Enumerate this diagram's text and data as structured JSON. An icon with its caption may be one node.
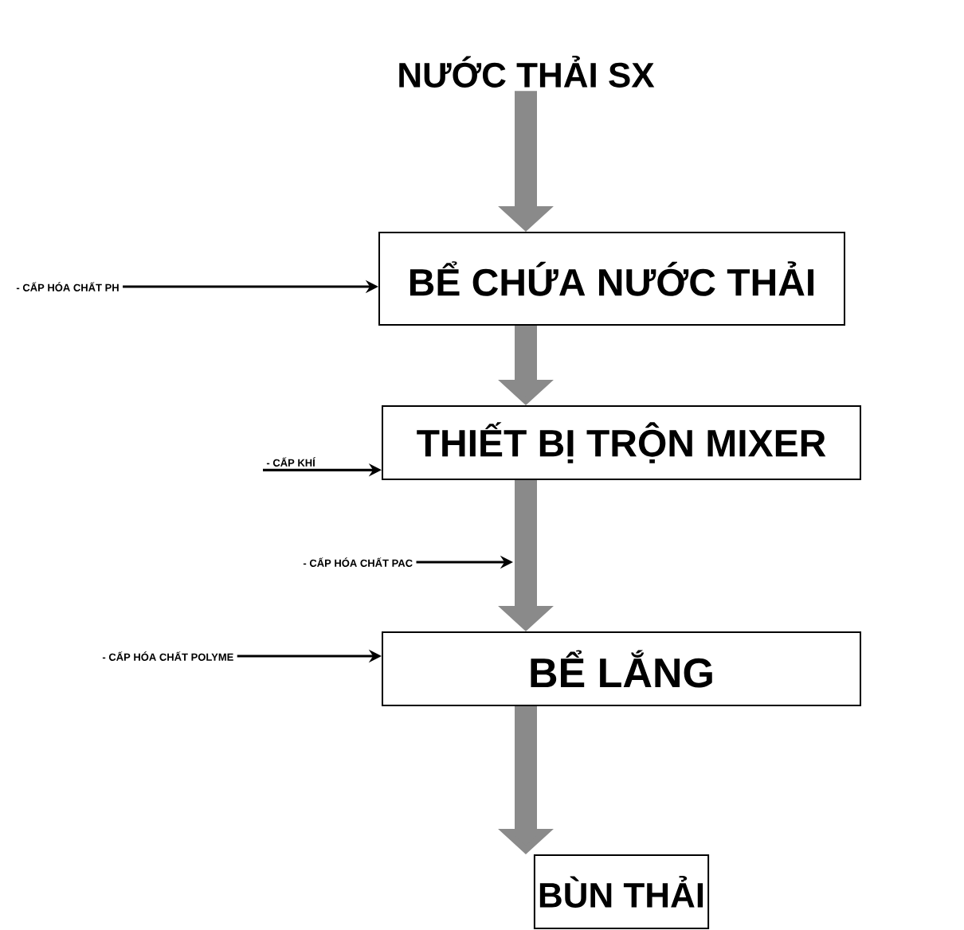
{
  "diagram": {
    "nodes": [
      {
        "text": [
          "NƯỚC THẢI SX"
        ]
      },
      {
        "text": [
          "BỂ CHỨA NƯỚC THẢI"
        ]
      },
      {
        "text": [
          "THIẾT BỊ TRỘN MIXER"
        ]
      },
      {
        "text": [
          "BỂ LẮNG"
        ]
      },
      {
        "text": [
          "BÙN THẢI"
        ]
      },
      {
        "text": [
          "- CẤP HÓA CHẤT PH"
        ]
      },
      {
        "text": [
          "- CẤP KHÍ"
        ]
      },
      {
        "text": [
          "- CẤP HÓA CHẤT PAC"
        ]
      },
      {
        "text": [
          "- CẤP HÓA CHẤT POLYME"
        ]
      }
    ],
    "edges": [
      {
        "from": 0,
        "to": 1,
        "arrow": "to",
        "style": "thick",
        "color": "#8a8a8a"
      },
      {
        "from": 1,
        "to": 2,
        "arrow": "to",
        "style": "thick",
        "color": "#8a8a8a"
      },
      {
        "from": 2,
        "to": 3,
        "arrow": "to",
        "style": "thick",
        "color": "#8a8a8a"
      },
      {
        "from": 3,
        "to": 4,
        "arrow": "to",
        "style": "thick",
        "color": "#8a8a8a"
      },
      {
        "from": 5,
        "to": 1,
        "arrow": "to",
        "color": "#000000"
      },
      {
        "from": 6,
        "to": 2,
        "arrow": "to",
        "color": "#000000"
      },
      {
        "from": 7,
        "to": null,
        "arrow": "to",
        "color": "#000000"
      },
      {
        "from": 8,
        "to": 3,
        "arrow": "to",
        "color": "#000000"
      }
    ]
  }
}
